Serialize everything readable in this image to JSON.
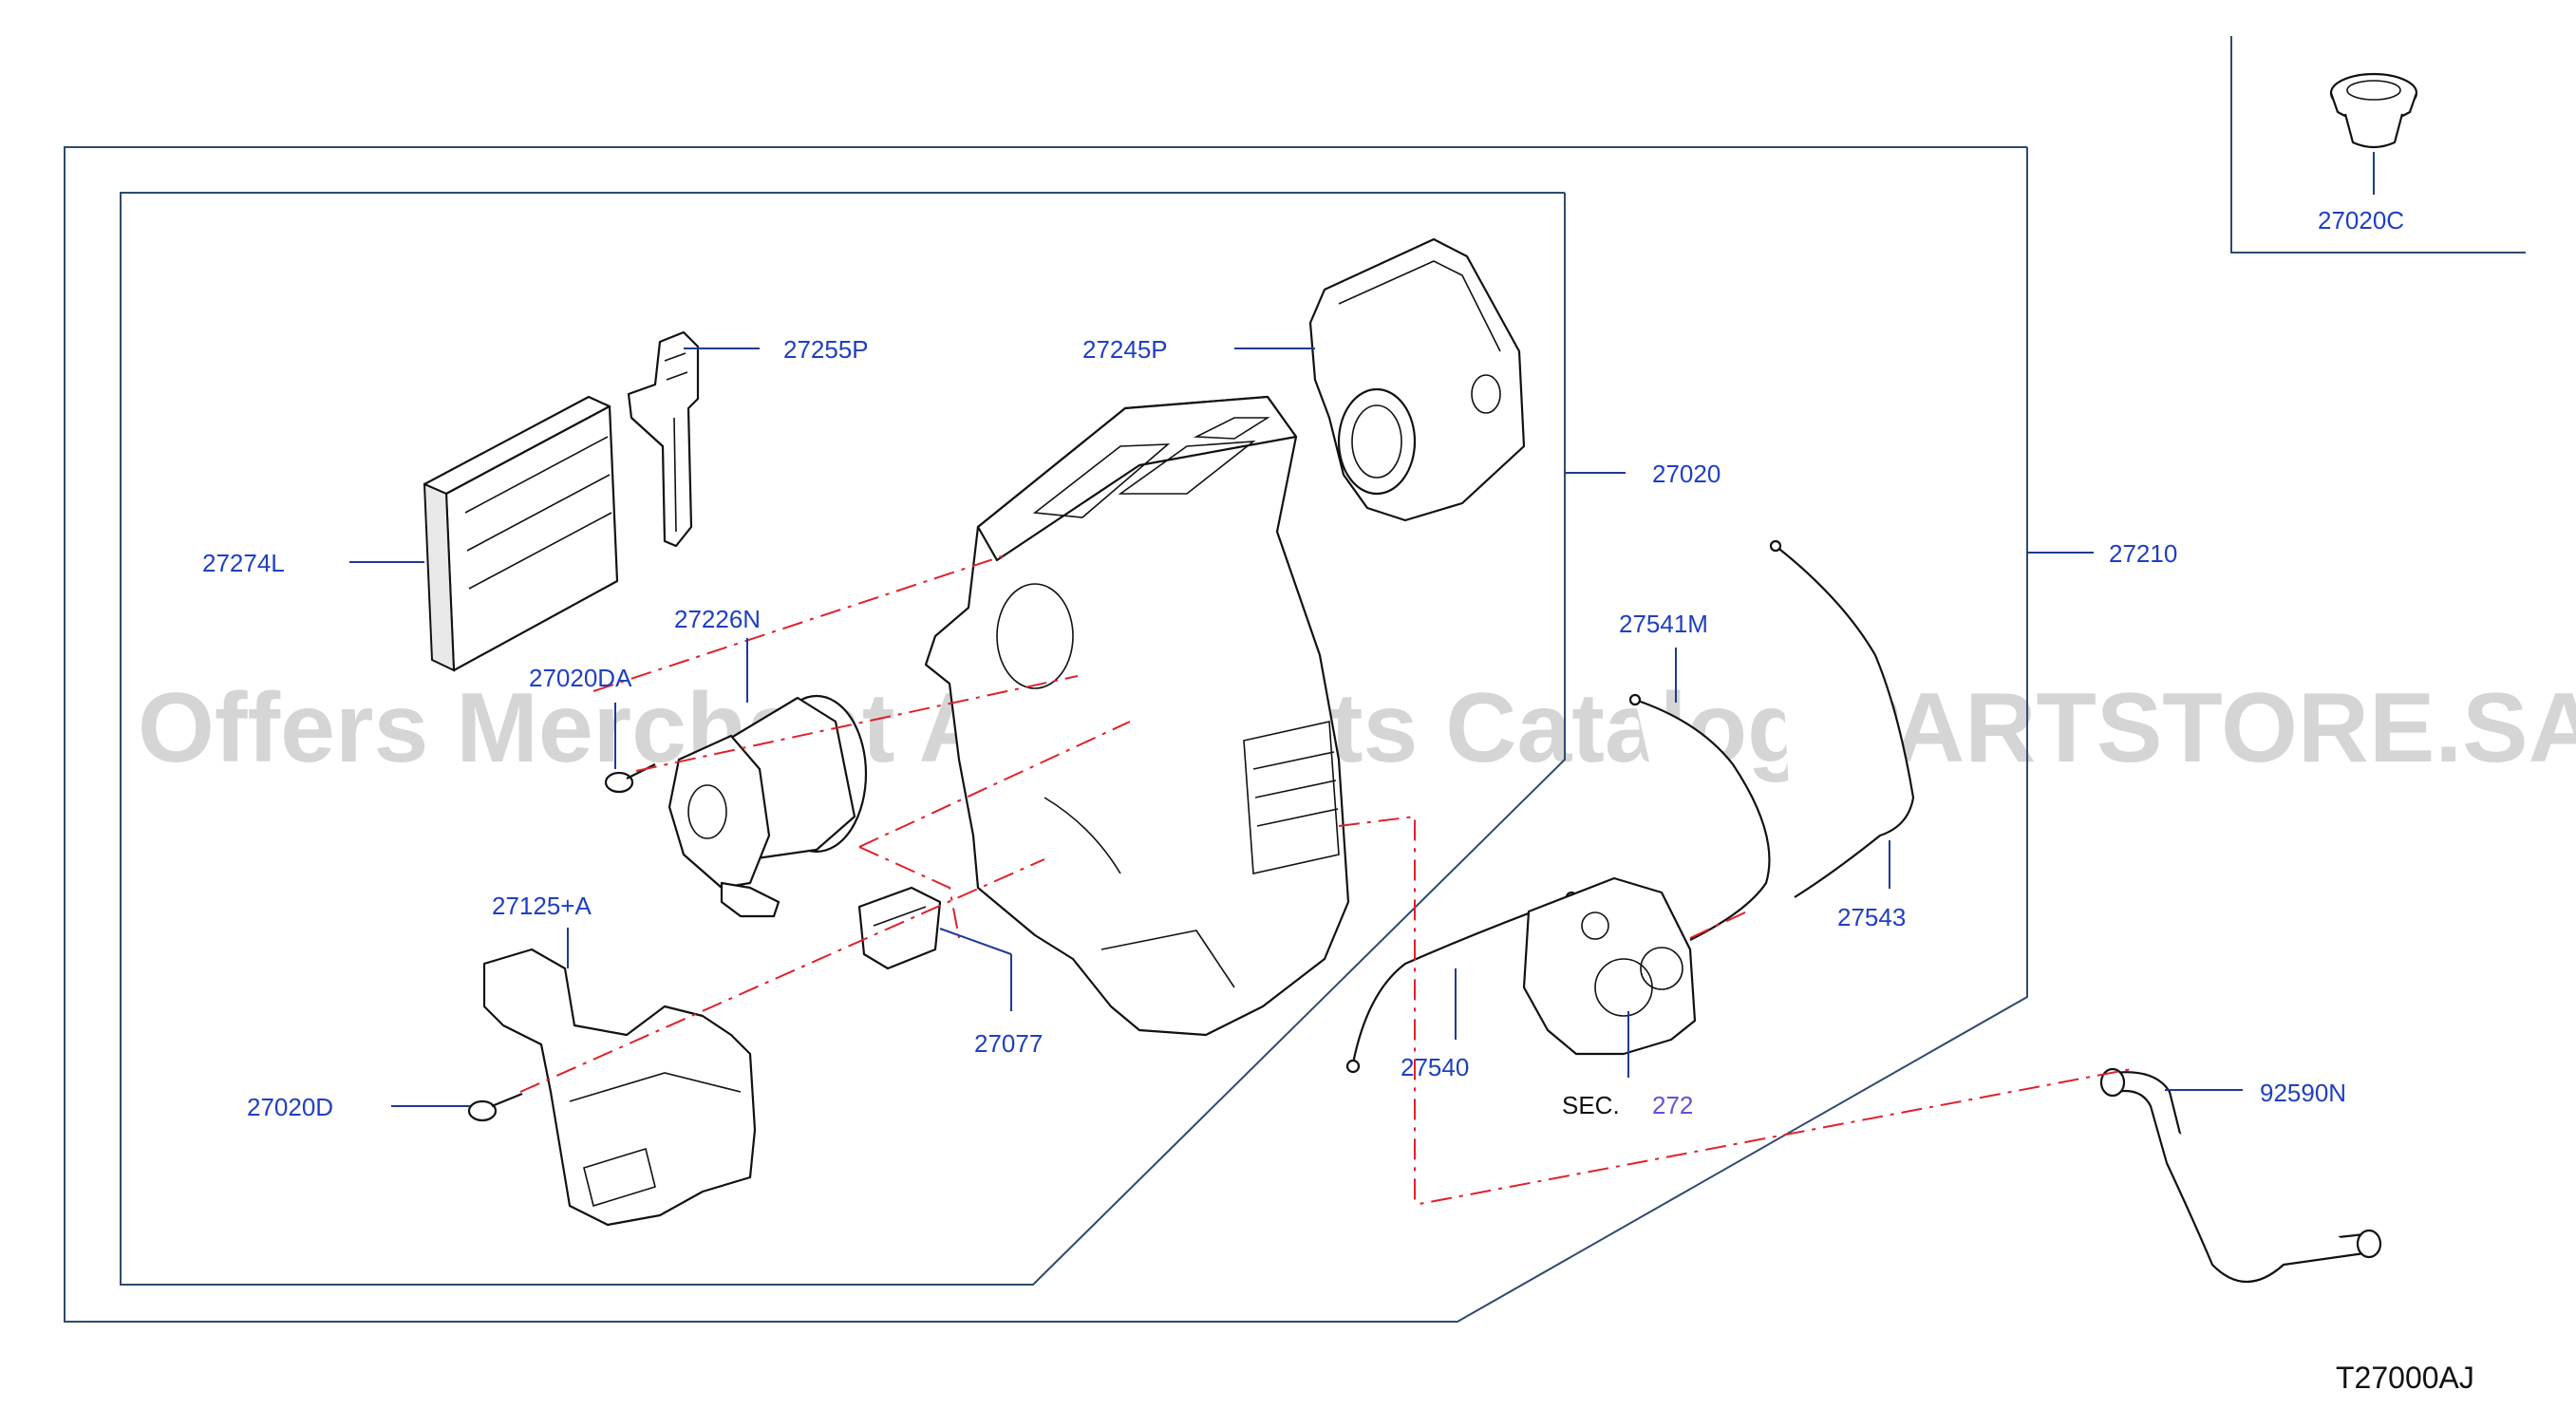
{
  "watermark": "Offers Merchant Auto Parts Catalog PARTSTORE.SA",
  "diagram_code": "T27000AJ",
  "section_ref": {
    "prefix": "SEC.",
    "number": "272"
  },
  "parts": [
    {
      "id": "27020C",
      "label": "27020C"
    },
    {
      "id": "27255P",
      "label": "27255P"
    },
    {
      "id": "27245P",
      "label": "27245P"
    },
    {
      "id": "27020",
      "label": "27020"
    },
    {
      "id": "27210",
      "label": "27210"
    },
    {
      "id": "27274L",
      "label": "27274L"
    },
    {
      "id": "27226N",
      "label": "27226N"
    },
    {
      "id": "27020DA",
      "label": "27020DA"
    },
    {
      "id": "27541M",
      "label": "27541M"
    },
    {
      "id": "27543",
      "label": "27543"
    },
    {
      "id": "27125A",
      "label": "27125+A"
    },
    {
      "id": "27077",
      "label": "27077"
    },
    {
      "id": "27540",
      "label": "27540"
    },
    {
      "id": "92590N",
      "label": "92590N"
    },
    {
      "id": "27020D",
      "label": "27020D"
    }
  ]
}
